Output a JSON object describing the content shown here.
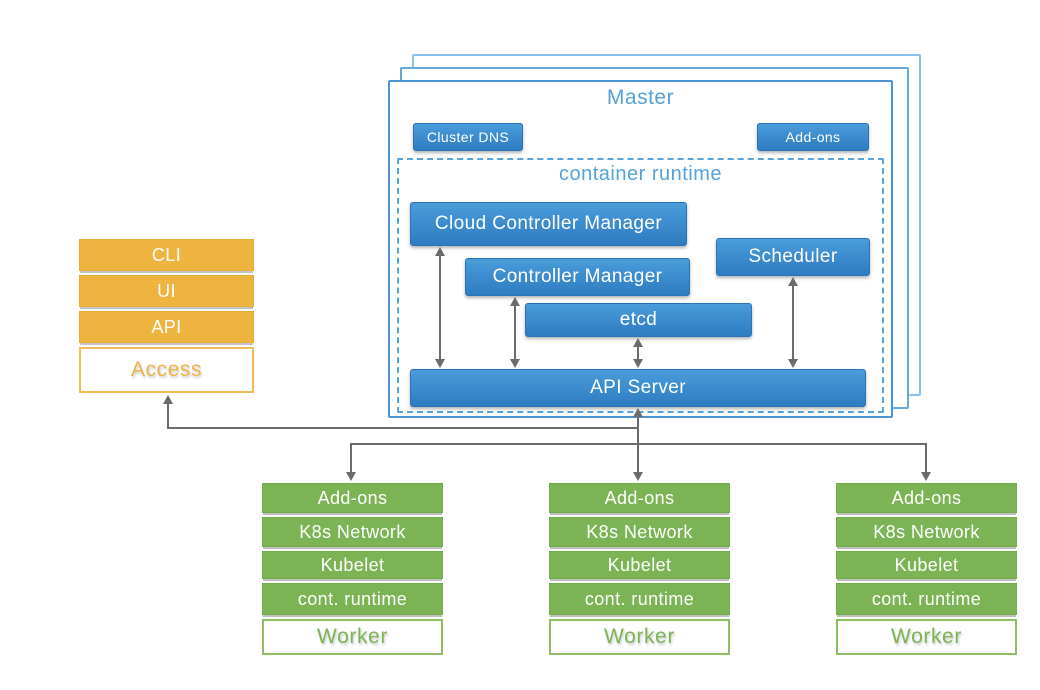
{
  "master": {
    "title": "Master",
    "cluster_dns_label": "Cluster DNS",
    "addons_label": "Add-ons",
    "container_runtime": {
      "title": "container runtime",
      "cloud_controller_manager": "Cloud Controller Manager",
      "controller_manager": "Controller Manager",
      "etcd": "etcd",
      "scheduler": "Scheduler",
      "api_server": "API Server"
    }
  },
  "access_stack": {
    "items": [
      "CLI",
      "UI",
      "API"
    ],
    "base_label": "Access"
  },
  "workers": [
    {
      "items": [
        "Add-ons",
        "K8s Network",
        "Kubelet",
        "cont. runtime"
      ],
      "base_label": "Worker"
    },
    {
      "items": [
        "Add-ons",
        "K8s Network",
        "Kubelet",
        "cont. runtime"
      ],
      "base_label": "Worker"
    },
    {
      "items": [
        "Add-ons",
        "K8s Network",
        "Kubelet",
        "cont. runtime"
      ],
      "base_label": "Worker"
    }
  ],
  "colors": {
    "component_blue": "#3e8dcc",
    "outline_blue": "#4b94d1",
    "title_blue": "#55a1dc",
    "accent_orange": "#eeb43f",
    "accent_green": "#7cb455",
    "arrow_gray": "#6b6b6b"
  }
}
